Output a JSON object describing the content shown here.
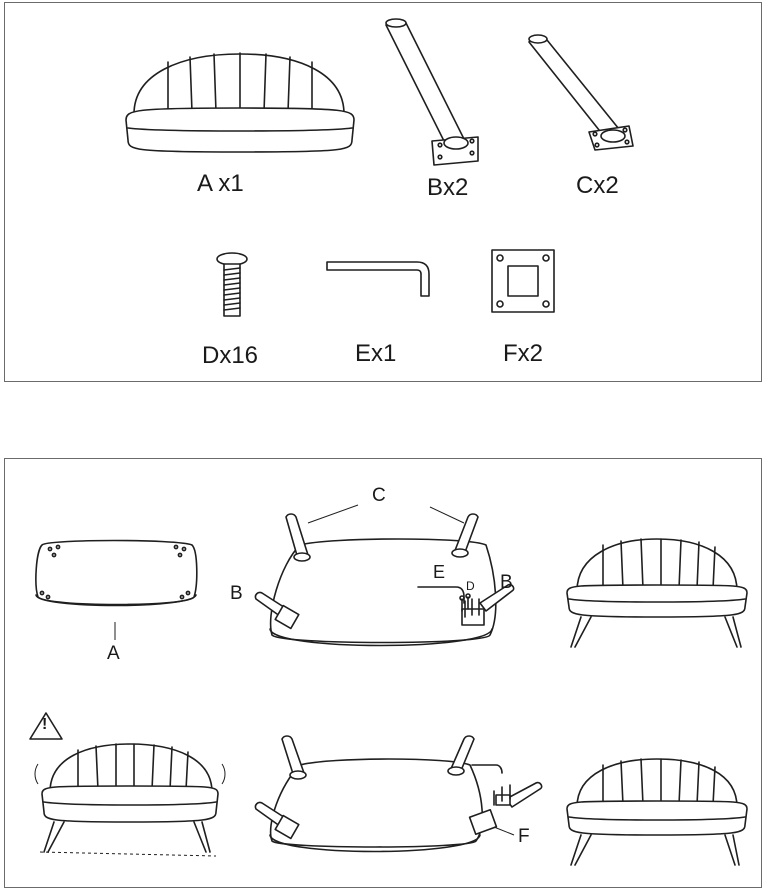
{
  "parts": {
    "a_label": "A x1",
    "b_label": "Bx2",
    "c_label": "Cx2",
    "d_label": "Dx16",
    "e_label": "Ex1",
    "f_label": "Fx2"
  },
  "steps": {
    "label_a": "A",
    "label_b_left": "B",
    "label_b_right": "B",
    "label_c": "C",
    "label_d": "D",
    "label_e": "E",
    "label_f": "F",
    "warning_symbol": "!"
  },
  "icons": [
    "sofa-icon",
    "leg-icon",
    "screw-icon",
    "allen-key-icon",
    "mounting-plate-icon",
    "warning-icon"
  ]
}
